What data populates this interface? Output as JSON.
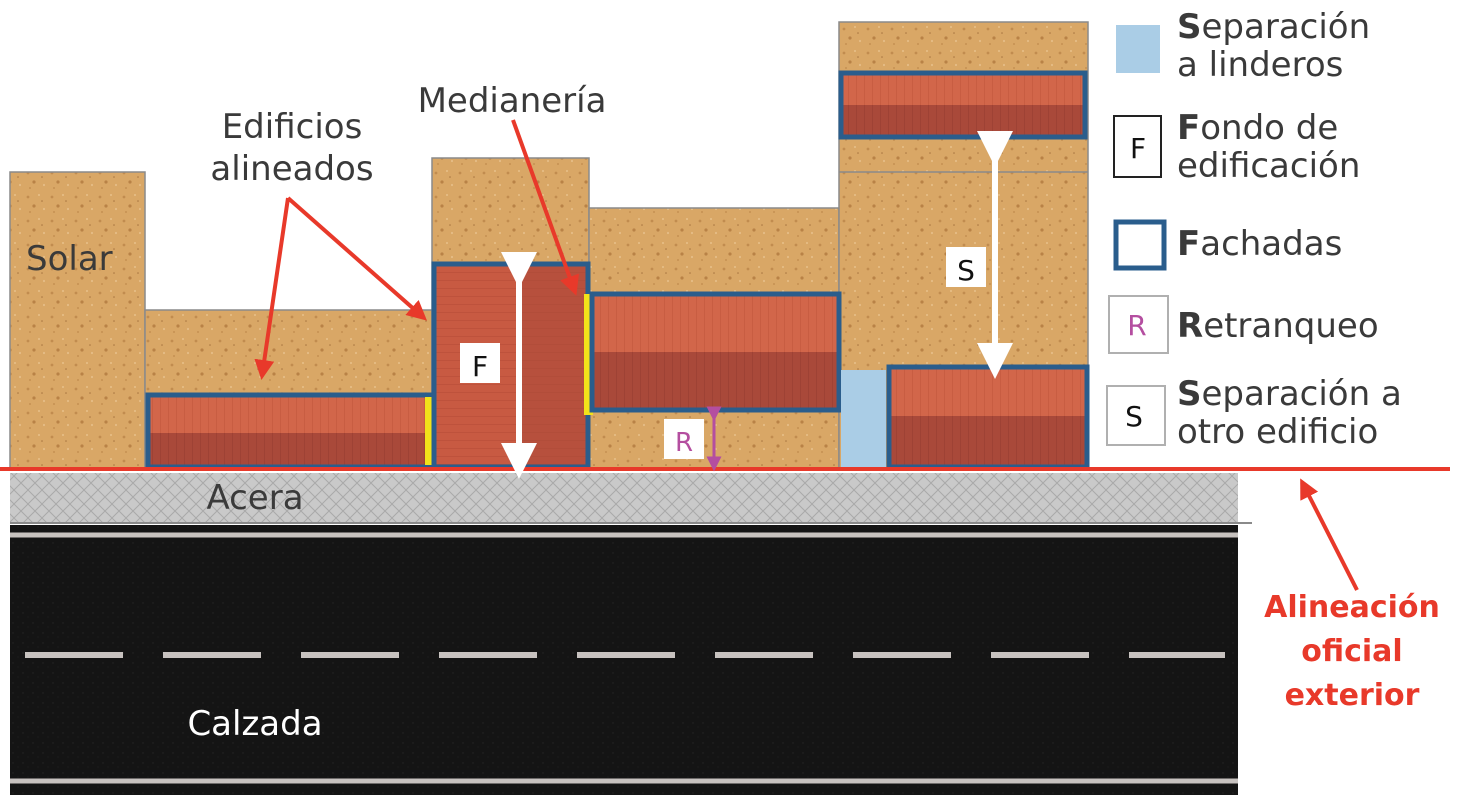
{
  "labels": {
    "solar": "Solar",
    "edificios_line1": "Edificios",
    "edificios_line2": "alineados",
    "medianeria": "Medianería",
    "acera": "Acera",
    "calzada": "Calzada",
    "alineacion_line1": "Alineación",
    "alineacion_line2": "oficial",
    "alineacion_line3": "exterior",
    "f_marker": "F",
    "r_marker": "R",
    "s_marker": "S"
  },
  "legend": [
    {
      "key": "sep-linderos",
      "symbol": "",
      "initial": "S",
      "line1_rest": "eparación",
      "line2": "a linderos"
    },
    {
      "key": "fondo",
      "symbol": "F",
      "initial": "F",
      "line1_rest": "ondo de",
      "line2": "edificación"
    },
    {
      "key": "fachadas",
      "symbol": "",
      "initial": "F",
      "line1_rest": "achadas",
      "line2": ""
    },
    {
      "key": "retranqueo",
      "symbol": "R",
      "initial": "R",
      "line1_rest": "etranqueo",
      "line2": ""
    },
    {
      "key": "sep-edificio",
      "symbol": "S",
      "initial": "S",
      "line1_rest": "eparación a",
      "line2": "otro edificio"
    }
  ],
  "colors": {
    "sand": "#d9a766",
    "brick_light": "#d2664a",
    "brick_dark": "#a9493a",
    "facade_border": "#2a5d8c",
    "medianera": "#f2e21a",
    "separation": "#aacde6",
    "alignment_line": "#e8392a",
    "retranqueo_arrow": "#b44ea0",
    "road": "#141414",
    "sidewalk": "#c9c9c9"
  }
}
